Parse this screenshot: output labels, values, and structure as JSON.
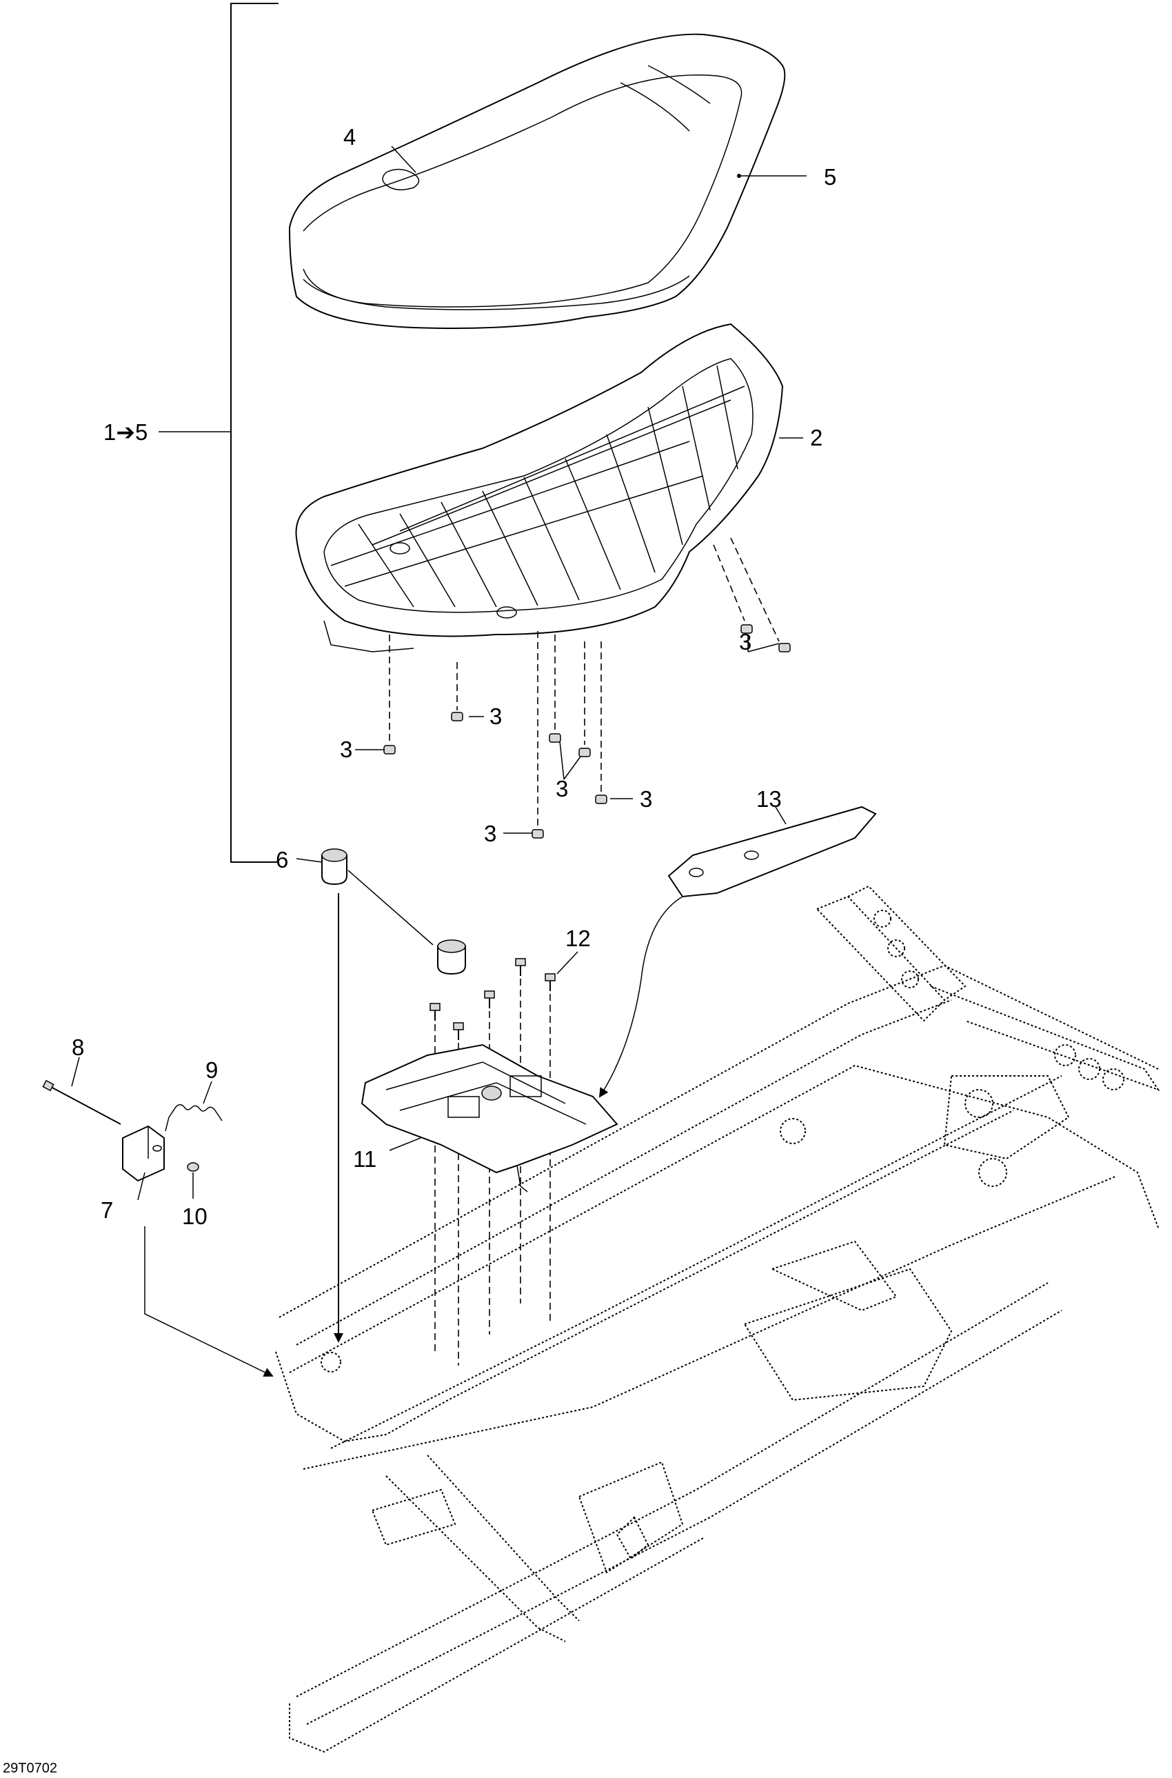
{
  "diagram": {
    "figure_id": "29T0702",
    "callouts": {
      "c1_5": "1➔5",
      "c2": "2",
      "c3": "3",
      "c4": "4",
      "c5": "5",
      "c6": "6",
      "c7": "7",
      "c8": "8",
      "c9": "9",
      "c10": "10",
      "c11": "11",
      "c12": "12",
      "c13": "13"
    }
  }
}
